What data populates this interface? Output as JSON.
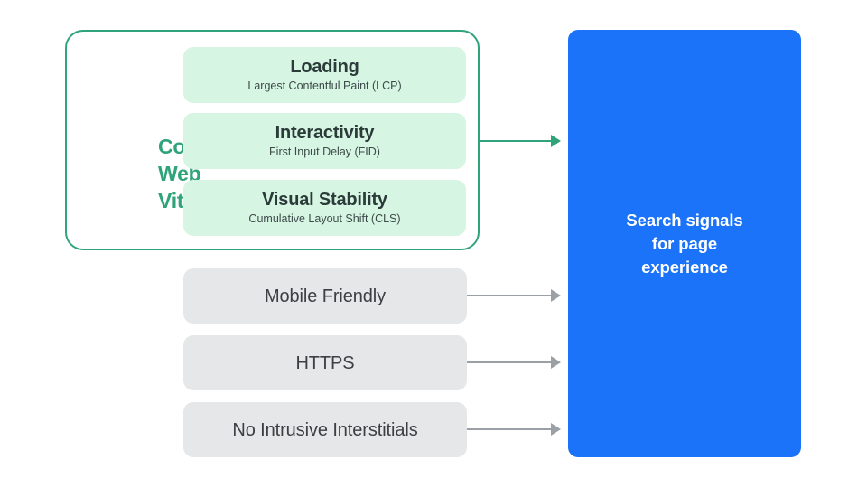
{
  "diagram": {
    "type": "flow-diagram",
    "colors": {
      "accent_green": "#2fa37a",
      "mint_fill": "#d6f5e3",
      "grey_fill": "#e6e7e8",
      "brand_blue": "#1a73f8",
      "arrow_grey": "#9aa0a6",
      "text_dark": "#3c4043",
      "background": "#ffffff"
    },
    "core_web_vitals": {
      "label_lines": [
        "Core",
        "Web",
        "Vitals"
      ],
      "label_line_1": "Core",
      "label_line_2": "Web",
      "label_line_3": "Vitals",
      "metrics": [
        {
          "title": "Loading",
          "subtitle": "Largest Contentful Paint (LCP)",
          "abbreviation": "LCP"
        },
        {
          "title": "Interactivity",
          "subtitle": "First Input Delay (FID)",
          "abbreviation": "FID"
        },
        {
          "title": "Visual Stability",
          "subtitle": "Cumulative Layout Shift (CLS)",
          "abbreviation": "CLS"
        }
      ]
    },
    "other_signals": [
      {
        "label": "Mobile Friendly"
      },
      {
        "label": "HTTPS"
      },
      {
        "label": "No Intrusive Interstitials"
      }
    ],
    "outcome": {
      "lines": [
        "Search signals",
        "for page",
        "experience"
      ],
      "line_1": "Search signals",
      "line_2": "for page",
      "line_3": "experience"
    }
  }
}
